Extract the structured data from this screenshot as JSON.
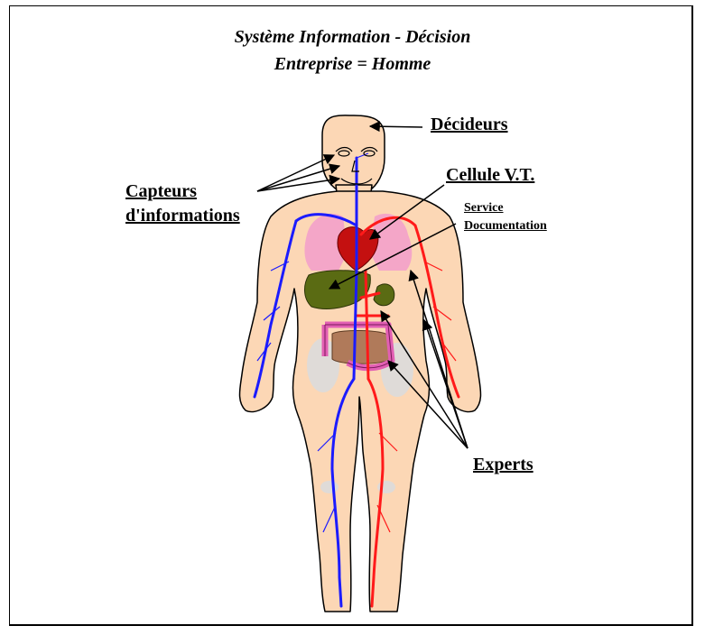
{
  "title": {
    "line1": "Système Information - Décision",
    "line2": "Entreprise = Homme"
  },
  "labels": {
    "decideurs": "Décideurs",
    "cellule": "Cellule V.T.",
    "service_line1": "Service",
    "service_line2": "Documentation",
    "capteurs_line1": "Capteurs",
    "capteurs_line2": "d'informations",
    "experts": "Experts"
  },
  "colors": {
    "skin": "#fcd7b5",
    "artery": "#ff1a1a",
    "vein": "#1b1bff",
    "lungs": "#f4a6c8",
    "heart": "#c41010",
    "liver": "#5a6b13",
    "colon": "#e25fb4",
    "intestine": "#b07a5a",
    "bone": "#dcdcdc"
  }
}
